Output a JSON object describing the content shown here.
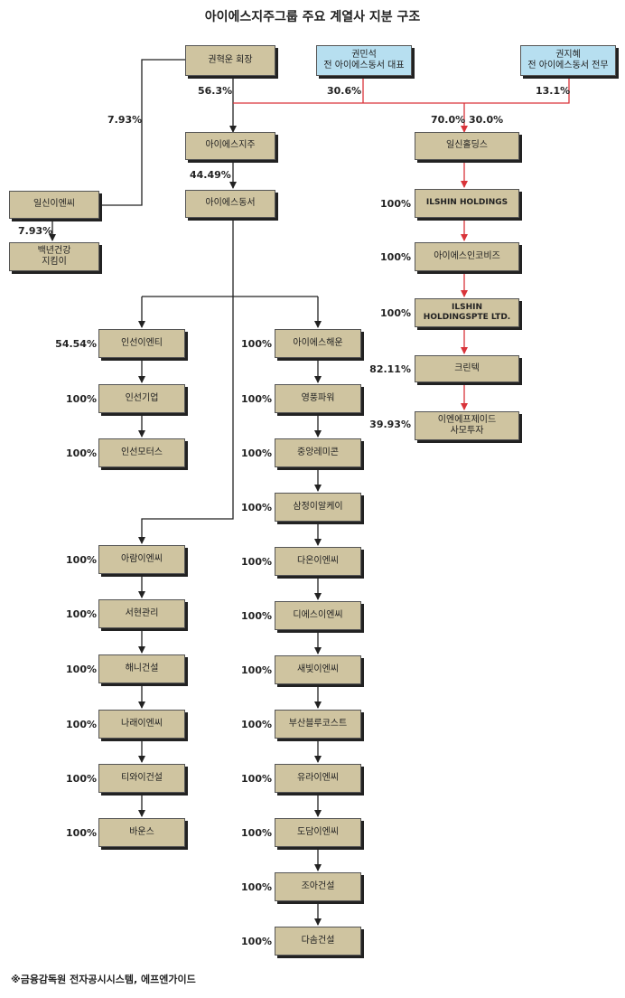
{
  "title": "아이에스지주그룹 주요 계열사 지분 구조",
  "source": "※금융감독원 전자공시시스템, 에프엔가이드",
  "colors": {
    "box": "#cfc4a0",
    "blue_box": "#b7dff0",
    "line": "#222222",
    "red_line": "#d9343a"
  },
  "nodes": {
    "kwon_hyukwoon": "권혁운 회장",
    "kwon_minseok": [
      "권민석",
      "전 아이에스동서 대표"
    ],
    "kwon_jihye": [
      "권지혜",
      "전 아이에스동서 전무"
    ],
    "is_holdings": "아이에스지주",
    "is_dongseo": "아이에스동서",
    "ilsin_enc": "일신이엔씨",
    "baeknyeon": [
      "백년건강",
      "지킴이"
    ],
    "ilsin_hd_kr": "일신홀딩스",
    "ilshin_holdings": "ILSHIN HOLDINGS",
    "is_incobiz": "아이에스인코비즈",
    "ilshin_pte": [
      "ILSHIN",
      "HOLDINGSPTE LTD."
    ],
    "crentech": "크린텍",
    "enf_private": [
      "이엔에프제이드",
      "사모투자"
    ],
    "left_a": [
      "인선이엔티",
      "인선기업",
      "인선모터스"
    ],
    "left_b": [
      "아람이엔씨",
      "서현관리",
      "해니건설",
      "나래이엔씨",
      "티와이건설",
      "바운스"
    ],
    "right_chain": [
      "아이에스해운",
      "영풍파워",
      "중앙레미콘",
      "삼정이알케이",
      "다온이엔씨",
      "디에스이엔씨",
      "새빛이엔씨",
      "부산블루코스트",
      "유라이엔씨",
      "도담이엔씨",
      "조아건설",
      "다솜건설"
    ]
  },
  "percentages": {
    "kwon_to_holdings": "56.3%",
    "minseok_share": "30.6%",
    "jihye_share": "13.1%",
    "kwon_to_ilsin_enc": "7.93%",
    "ilsin_to_baeknyeon": "7.93%",
    "holdings_to_dongseo": "44.49%",
    "ilsin_hd_split": [
      "70.0%",
      "30.0%"
    ],
    "ilshin_holdings": "100%",
    "is_incobiz": "100%",
    "ilshin_pte": "100%",
    "crentech": "82.11%",
    "enf_private": "39.93%",
    "left_a": [
      "54.54%",
      "100%",
      "100%"
    ],
    "left_b": [
      "100%",
      "100%",
      "100%",
      "100%",
      "100%",
      "100%"
    ],
    "right_chain": [
      "100%",
      "100%",
      "100%",
      "100%",
      "100%",
      "100%",
      "100%",
      "100%",
      "100%",
      "100%",
      "100%",
      "100%"
    ]
  }
}
